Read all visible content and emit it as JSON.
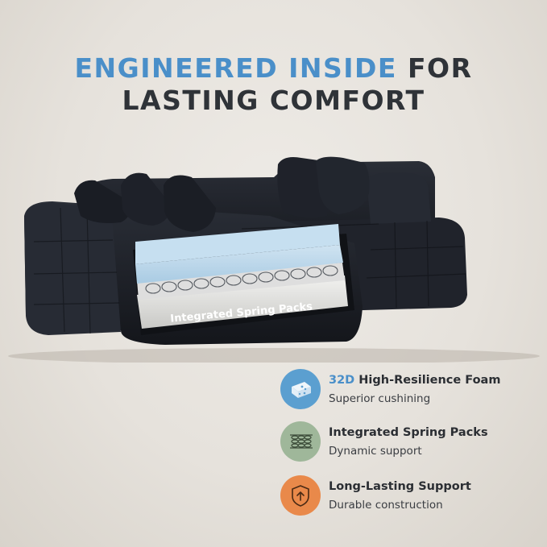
{
  "headline": {
    "accent": "ENGINEERED INSIDE",
    "rest": "FOR",
    "line2": "LASTING COMFORT"
  },
  "diagram": {
    "cutaway_label": "Integrated Spring Packs"
  },
  "features": [
    {
      "title_highlight": "32D",
      "title": "High-Resilience Foam",
      "subtitle": "Superior cushining",
      "icon": "foam-block-icon",
      "color": "#5b9fd0"
    },
    {
      "title_highlight": "",
      "title": "Integrated Spring Packs",
      "subtitle": "Dynamic support",
      "icon": "spring-coil-icon",
      "color": "#9fb79a"
    },
    {
      "title_highlight": "",
      "title": "Long-Lasting Support",
      "subtitle": "Durable construction",
      "icon": "shield-arrow-icon",
      "color": "#e9894a"
    }
  ],
  "colors": {
    "accent_blue": "#4a8fc9",
    "heading_dark": "#2f3338",
    "sofa_fabric": "#1d2027",
    "foam": "#b9d6ea"
  }
}
